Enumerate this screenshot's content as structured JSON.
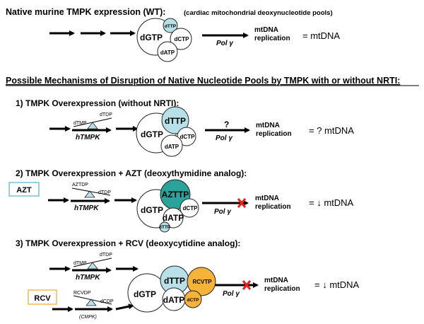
{
  "header": {
    "title": "Native murine TMPK expression (WT):",
    "subtitle": "(cardiac mitochondrial deoxynucleotide pools)"
  },
  "mechanisms_title": "Possible Mechanisms of Disruption of Native Nucleotide Pools by TMPK with or without NRTI:",
  "nucleotides": {
    "dgtp": "dGTP",
    "dttp": "dTTP",
    "dctp": "dCTP",
    "datp": "dATP",
    "azttp": "AZTTP",
    "rcvtp": "RCVTP"
  },
  "labels": {
    "pol": "Pol γ",
    "mtdna": "mtDNA",
    "replication": "replication",
    "htmpk": "hTMPK",
    "cmpk": "(CMPK)",
    "dtmp": "dTMP",
    "dtdp": "dTDP",
    "aztdp": "AZTDP",
    "rcvdp": "RCVDP",
    "dcdp": "dCDP",
    "question": "?"
  },
  "results": {
    "wt": "= mtDNA",
    "s1": "= ? mtDNA",
    "s2": "= ↓ mtDNA",
    "s3": "= ↓ mtDNA"
  },
  "sections": {
    "s1": "1) TMPK Overexpression (without NRTI):",
    "s2": "2) TMPK Overexpression + AZT (deoxythymidine analog):",
    "s3": "3) TMPK Overexpression + RCV (deoxycytidine analog):"
  },
  "drugs": {
    "azt": "AZT",
    "rcv": "RCV"
  },
  "colors": {
    "dttp_fill": "#b7e0e8",
    "azttp_fill": "#2aa39a",
    "rcvtp_fill": "#f5b33a",
    "azt_box": "#4fb3c4",
    "rcv_box": "#f2a42a",
    "block_x": "#e8201b",
    "triangle_fill": "#b7e0e8"
  }
}
